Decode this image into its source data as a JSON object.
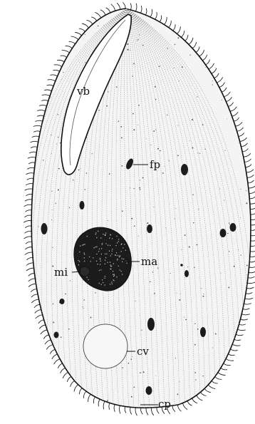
{
  "figure": {
    "labels": {
      "vb": "vb",
      "fp": "fp",
      "ma": "ma",
      "mi": "mi",
      "cv": "cv",
      "cp": "cp"
    },
    "colors": {
      "ink": "#111111",
      "body_fill": "#f4f4f4",
      "stripe": "#8c8c8c",
      "nucleus": "#1c1c1c",
      "background": "#ffffff"
    }
  }
}
